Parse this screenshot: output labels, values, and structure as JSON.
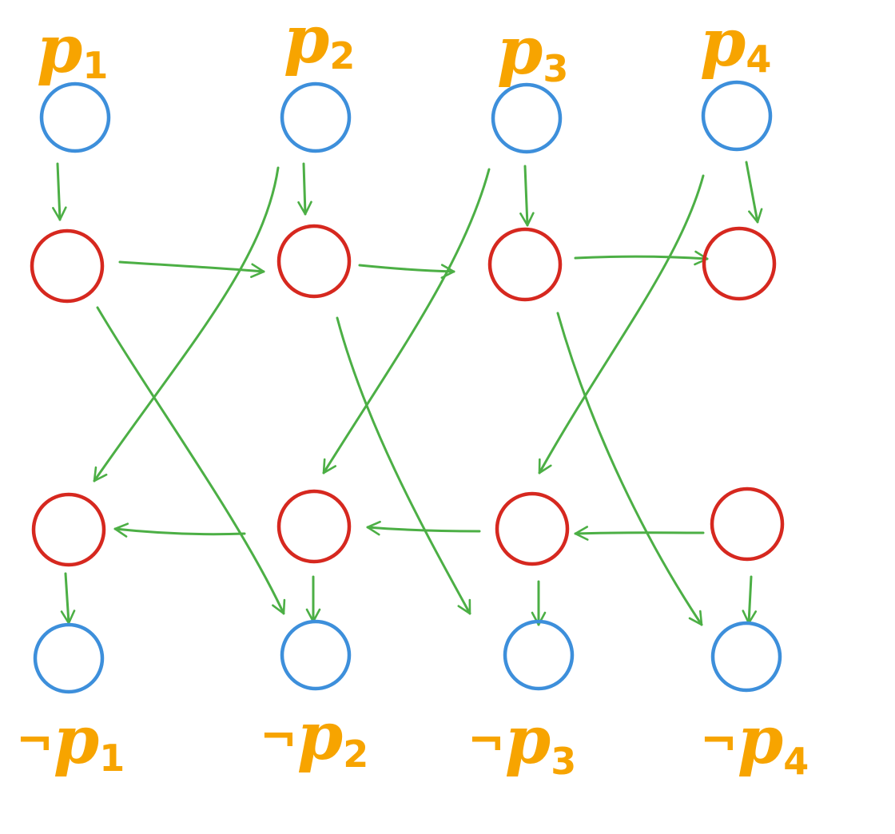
{
  "colors": {
    "literal_node": "#3d8fdb",
    "internal_node": "#d6281f",
    "edge": "#4caf45",
    "label": "#f7a400"
  },
  "top_labels": [
    {
      "letter": "p",
      "sub": "1"
    },
    {
      "letter": "p",
      "sub": "2"
    },
    {
      "letter": "p",
      "sub": "3"
    },
    {
      "letter": "p",
      "sub": "4"
    }
  ],
  "bottom_labels": [
    {
      "neg": "¬",
      "letter": "p",
      "sub": "1"
    },
    {
      "neg": "¬",
      "letter": "p",
      "sub": "2"
    },
    {
      "neg": "¬",
      "letter": "p",
      "sub": "3"
    },
    {
      "neg": "¬",
      "letter": "p",
      "sub": "4"
    }
  ]
}
